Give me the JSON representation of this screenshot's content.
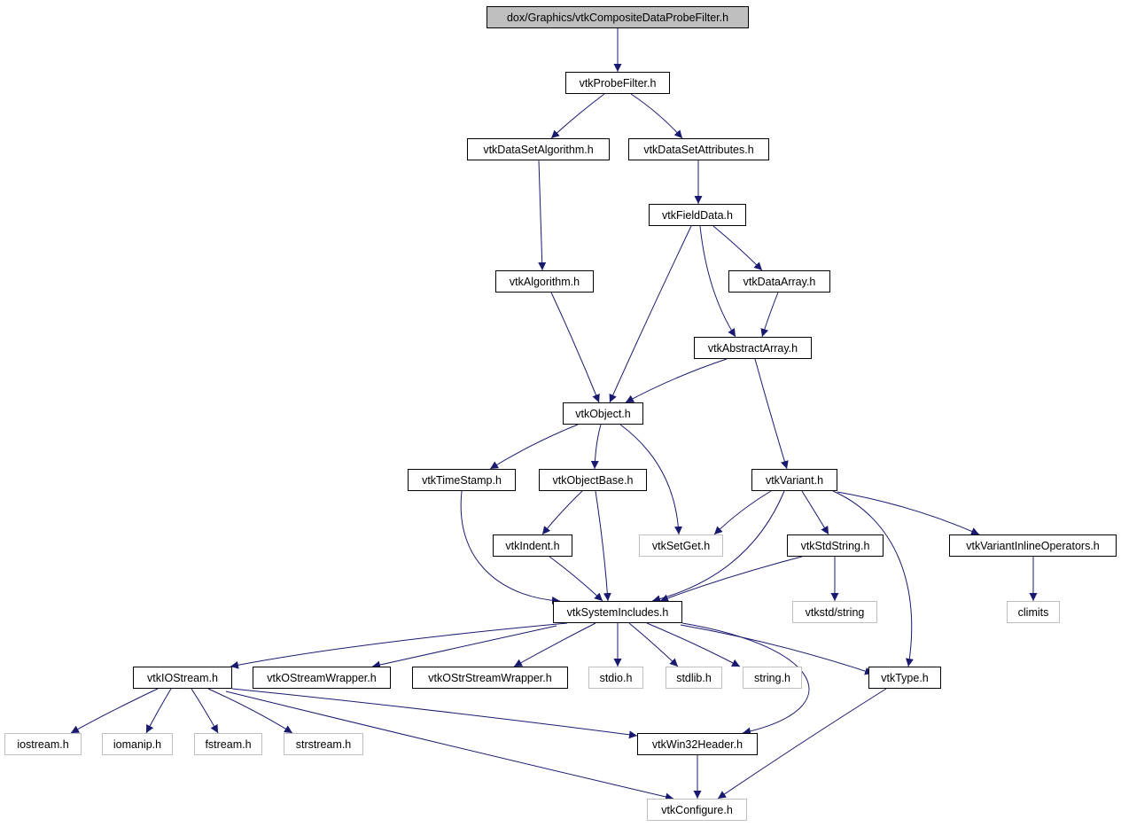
{
  "graph": {
    "type": "include-dependency-graph",
    "edge_color": "#191970",
    "root_fill": "#bfbfbf",
    "external_border": "#bfbfbf",
    "nodes": [
      {
        "id": "n1",
        "label": "dox/Graphics/vtkCompositeDataProbeFilter.h",
        "kind": "root"
      },
      {
        "id": "n2",
        "label": "vtkProbeFilter.h",
        "kind": "doc"
      },
      {
        "id": "n3",
        "label": "vtkDataSetAlgorithm.h",
        "kind": "doc"
      },
      {
        "id": "n4",
        "label": "vtkDataSetAttributes.h",
        "kind": "doc"
      },
      {
        "id": "n5",
        "label": "vtkFieldData.h",
        "kind": "doc"
      },
      {
        "id": "n6",
        "label": "vtkAlgorithm.h",
        "kind": "doc"
      },
      {
        "id": "n7",
        "label": "vtkDataArray.h",
        "kind": "doc"
      },
      {
        "id": "n8",
        "label": "vtkAbstractArray.h",
        "kind": "doc"
      },
      {
        "id": "n9",
        "label": "vtkObject.h",
        "kind": "doc"
      },
      {
        "id": "n10",
        "label": "vtkTimeStamp.h",
        "kind": "doc"
      },
      {
        "id": "n11",
        "label": "vtkObjectBase.h",
        "kind": "doc"
      },
      {
        "id": "n12",
        "label": "vtkVariant.h",
        "kind": "doc"
      },
      {
        "id": "n13",
        "label": "vtkIndent.h",
        "kind": "doc"
      },
      {
        "id": "n14",
        "label": "vtkSetGet.h",
        "kind": "ext"
      },
      {
        "id": "n15",
        "label": "vtkStdString.h",
        "kind": "doc"
      },
      {
        "id": "n16",
        "label": "vtkVariantInlineOperators.h",
        "kind": "doc"
      },
      {
        "id": "n17",
        "label": "vtkSystemIncludes.h",
        "kind": "doc"
      },
      {
        "id": "n18",
        "label": "vtkstd/string",
        "kind": "ext"
      },
      {
        "id": "n19",
        "label": "climits",
        "kind": "ext"
      },
      {
        "id": "n20",
        "label": "vtkIOStream.h",
        "kind": "doc"
      },
      {
        "id": "n21",
        "label": "vtkOStreamWrapper.h",
        "kind": "doc"
      },
      {
        "id": "n22",
        "label": "vtkOStrStreamWrapper.h",
        "kind": "doc"
      },
      {
        "id": "n23",
        "label": "stdio.h",
        "kind": "ext"
      },
      {
        "id": "n24",
        "label": "stdlib.h",
        "kind": "ext"
      },
      {
        "id": "n25",
        "label": "string.h",
        "kind": "ext"
      },
      {
        "id": "n26",
        "label": "vtkType.h",
        "kind": "doc"
      },
      {
        "id": "n27",
        "label": "iostream.h",
        "kind": "ext"
      },
      {
        "id": "n28",
        "label": "iomanip.h",
        "kind": "ext"
      },
      {
        "id": "n29",
        "label": "fstream.h",
        "kind": "ext"
      },
      {
        "id": "n30",
        "label": "strstream.h",
        "kind": "ext"
      },
      {
        "id": "n31",
        "label": "vtkWin32Header.h",
        "kind": "doc"
      },
      {
        "id": "n32",
        "label": "vtkConfigure.h",
        "kind": "ext"
      }
    ],
    "edges": [
      [
        "n1",
        "n2"
      ],
      [
        "n2",
        "n3"
      ],
      [
        "n2",
        "n4"
      ],
      [
        "n3",
        "n6"
      ],
      [
        "n4",
        "n5"
      ],
      [
        "n5",
        "n9"
      ],
      [
        "n5",
        "n8"
      ],
      [
        "n5",
        "n7"
      ],
      [
        "n7",
        "n8"
      ],
      [
        "n6",
        "n9"
      ],
      [
        "n8",
        "n9"
      ],
      [
        "n8",
        "n12"
      ],
      [
        "n9",
        "n10"
      ],
      [
        "n9",
        "n11"
      ],
      [
        "n9",
        "n14"
      ],
      [
        "n11",
        "n13"
      ],
      [
        "n11",
        "n17"
      ],
      [
        "n10",
        "n17"
      ],
      [
        "n13",
        "n17"
      ],
      [
        "n12",
        "n14"
      ],
      [
        "n12",
        "n17"
      ],
      [
        "n12",
        "n15"
      ],
      [
        "n12",
        "n16"
      ],
      [
        "n12",
        "n26"
      ],
      [
        "n15",
        "n17"
      ],
      [
        "n15",
        "n18"
      ],
      [
        "n16",
        "n19"
      ],
      [
        "n17",
        "n20"
      ],
      [
        "n17",
        "n21"
      ],
      [
        "n17",
        "n22"
      ],
      [
        "n17",
        "n23"
      ],
      [
        "n17",
        "n24"
      ],
      [
        "n17",
        "n25"
      ],
      [
        "n17",
        "n26"
      ],
      [
        "n17",
        "n31"
      ],
      [
        "n20",
        "n27"
      ],
      [
        "n20",
        "n28"
      ],
      [
        "n20",
        "n29"
      ],
      [
        "n20",
        "n30"
      ],
      [
        "n20",
        "n31"
      ],
      [
        "n20",
        "n32"
      ],
      [
        "n31",
        "n32"
      ],
      [
        "n26",
        "n32"
      ]
    ]
  }
}
